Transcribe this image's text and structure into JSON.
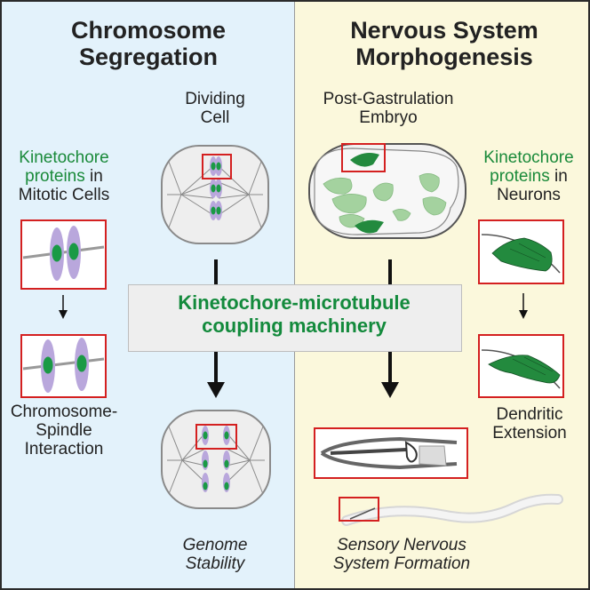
{
  "left_panel": {
    "title_line1": "Chromosome",
    "title_line2": "Segregation",
    "dividing_cell_line1": "Dividing",
    "dividing_cell_line2": "Cell",
    "kt_line1": "Kinetochore",
    "kt_line2_green": "proteins",
    "kt_line2_rest": " in",
    "kt_line3": "Mitotic Cells",
    "interaction_line1": "Chromosome-",
    "interaction_line2": "Spindle",
    "interaction_line3": "Interaction",
    "outcome_line1": "Genome",
    "outcome_line2": "Stability"
  },
  "right_panel": {
    "title_line1": "Nervous System",
    "title_line2": "Morphogenesis",
    "embryo_line1": "Post-Gastrulation",
    "embryo_line2": "Embryo",
    "kt_line1": "Kinetochore",
    "kt_line2_green": "proteins",
    "kt_line2_rest": " in",
    "kt_line3": "Neurons",
    "dendritic_line1": "Dendritic",
    "dendritic_line2": "Extension",
    "outcome_line1": "Sensory Nervous",
    "outcome_line2": "System Formation"
  },
  "center": {
    "line1": "Kinetochore-microtubule",
    "line2": "coupling machinery"
  },
  "colors": {
    "left_bg": "#e3f2fb",
    "right_bg": "#fbf8dc",
    "accent_green": "#1a8a3a",
    "highlight_red": "#d42020",
    "chromosome_purple": "#b9a7dc"
  }
}
